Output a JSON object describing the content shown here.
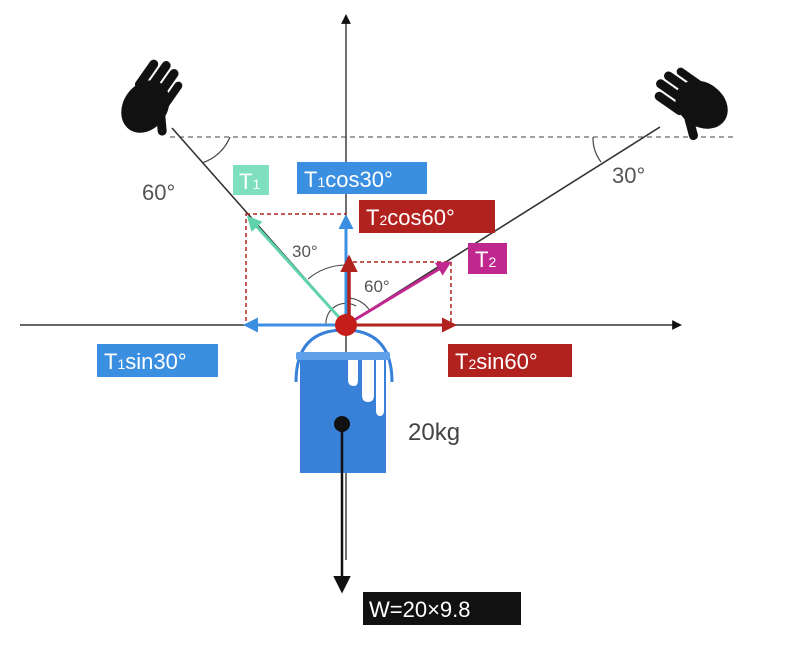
{
  "labels": {
    "t1": {
      "main": "T",
      "sub": "1"
    },
    "t2": {
      "main": "T",
      "sub": "2"
    },
    "t1cos": {
      "main": "T",
      "sub": "1",
      "rest": "cos30°"
    },
    "t2cos": {
      "main": "T",
      "sub": "2",
      "rest": "cos60°"
    },
    "t1sin": {
      "main": "T",
      "sub": "1",
      "rest": "sin30°"
    },
    "t2sin": {
      "main": "T",
      "sub": "2",
      "rest": "sin60°"
    },
    "weight": "W=20×9.8",
    "mass": "20kg"
  },
  "angles": {
    "left_rope": "60°",
    "right_rope": "30°",
    "t1_inner": "30°",
    "t2_inner": "60°"
  },
  "colors": {
    "t1_arrow": "#5fd3ad",
    "t1_box": "#7ee0bf",
    "blue": "#3b8fe0",
    "dark_red": "#b1221f",
    "magenta": "#c1288f",
    "bucket": "#3880d8",
    "black": "#111111"
  },
  "icons": [
    "hand-left-icon",
    "hand-right-icon",
    "bucket-icon"
  ]
}
